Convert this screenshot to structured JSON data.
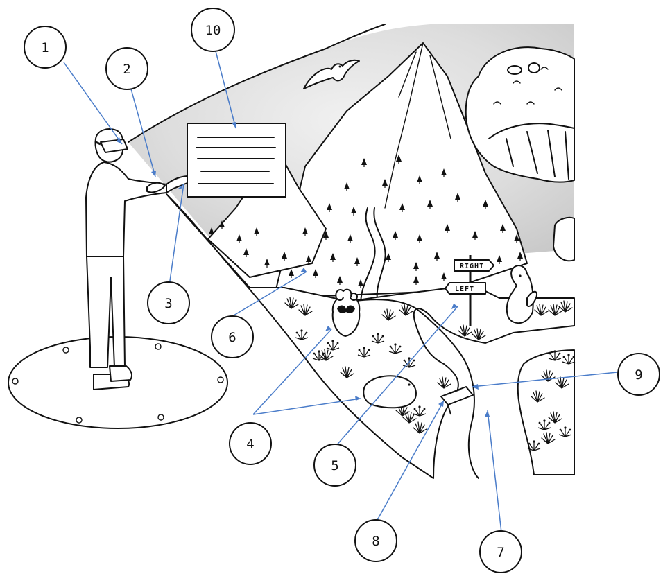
{
  "callouts": [
    {
      "label": "1"
    },
    {
      "label": "2"
    },
    {
      "label": "3"
    },
    {
      "label": "4"
    },
    {
      "label": "5"
    },
    {
      "label": "6"
    },
    {
      "label": "7"
    },
    {
      "label": "8"
    },
    {
      "label": "9"
    },
    {
      "label": "10"
    }
  ],
  "signpost": {
    "right": "RIGHT",
    "left": "LEFT"
  },
  "colors": {
    "ink": "#111111",
    "pointer": "#4a7cc9",
    "sky": "#d9d9d9",
    "paper": "#ffffff"
  },
  "icons": [
    "vr-headset-icon",
    "controller-icon",
    "raccoon-icon",
    "squirrel-icon",
    "hamster-icon",
    "bird-icon",
    "tree-icon",
    "signpost-icon",
    "info-panel-icon"
  ]
}
